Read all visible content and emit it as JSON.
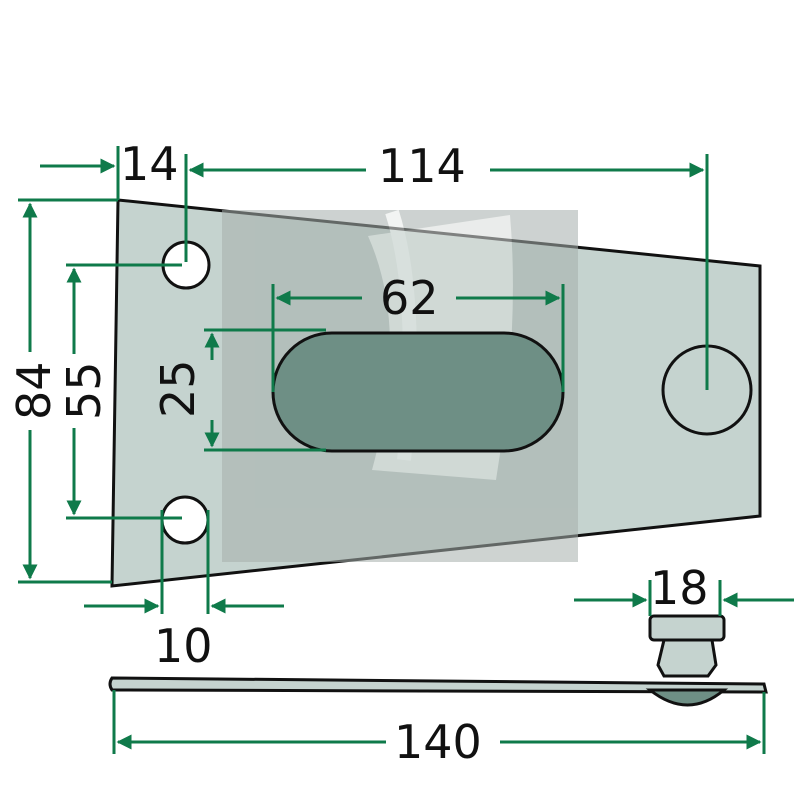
{
  "drawing": {
    "colors": {
      "part_fill": "#c5d3cf",
      "slot_fill": "#6e8f85",
      "dimension": "#0f7a4a",
      "outline": "#111111",
      "watermark": "#9aa29f"
    },
    "dimensions": {
      "top_left_offset": "14",
      "top_span": "114",
      "slot_length": "62",
      "slot_width": "25",
      "overall_height": "84",
      "hole_spacing": "55",
      "small_hole_diameter": "10",
      "stud_diameter": "18",
      "overall_length": "140"
    }
  }
}
